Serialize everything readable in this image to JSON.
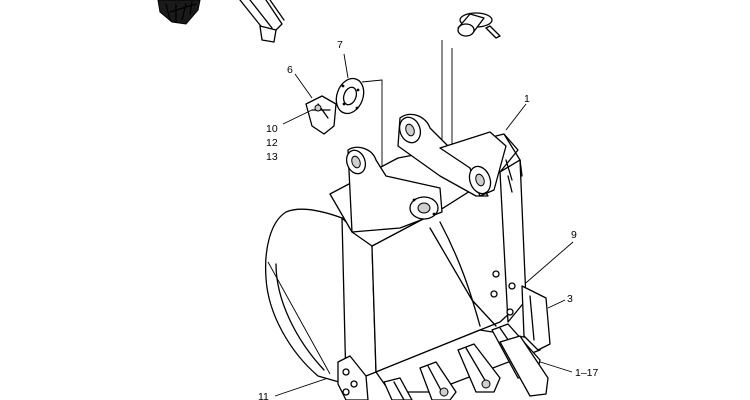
{
  "callouts": {
    "c1": "1",
    "c3": "3",
    "c6": "6",
    "c7": "7",
    "c9": "9",
    "c10": "10",
    "c11": "11",
    "c12": "12",
    "c13": "13",
    "c1_17": "1–17"
  }
}
